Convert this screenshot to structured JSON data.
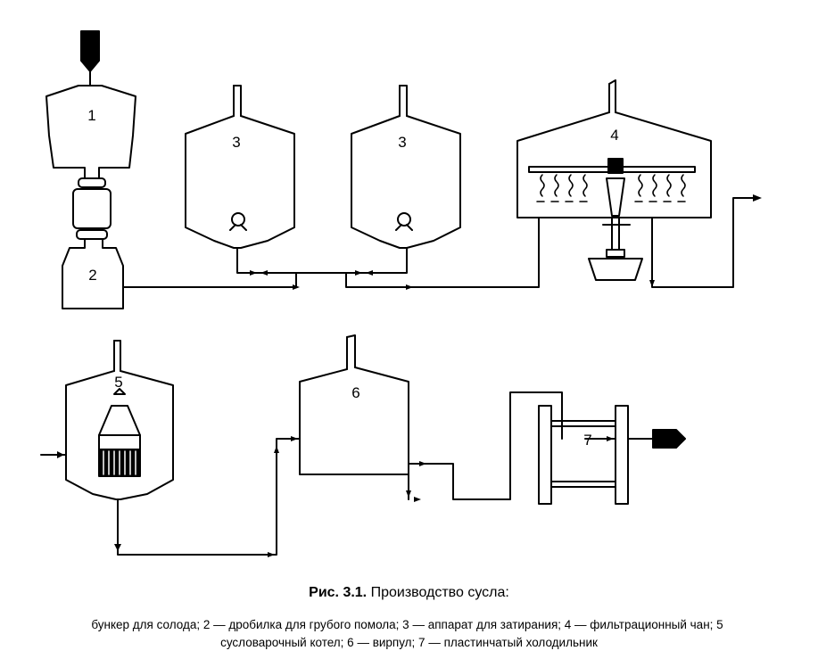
{
  "labels": {
    "hopper": "1",
    "crusher": "2",
    "mash_tun_a": "3",
    "mash_tun_b": "3",
    "lauter_tun": "4",
    "wort_kettle": "5",
    "whirlpool": "6",
    "cooler": "7"
  },
  "caption": {
    "prefix": "Рис. 3.1.",
    "title": "Производство сусла:",
    "line1": "бункер для солода; 2 — дробилка для грубого помола; 3 — аппарат для затирания; 4 — фильтрационный чан; 5",
    "line2": "сусловарочный котел; 6 — вирпул; 7 — пластинчатый холодильник"
  },
  "colors": {
    "ink": "#000000",
    "paper": "#ffffff"
  }
}
